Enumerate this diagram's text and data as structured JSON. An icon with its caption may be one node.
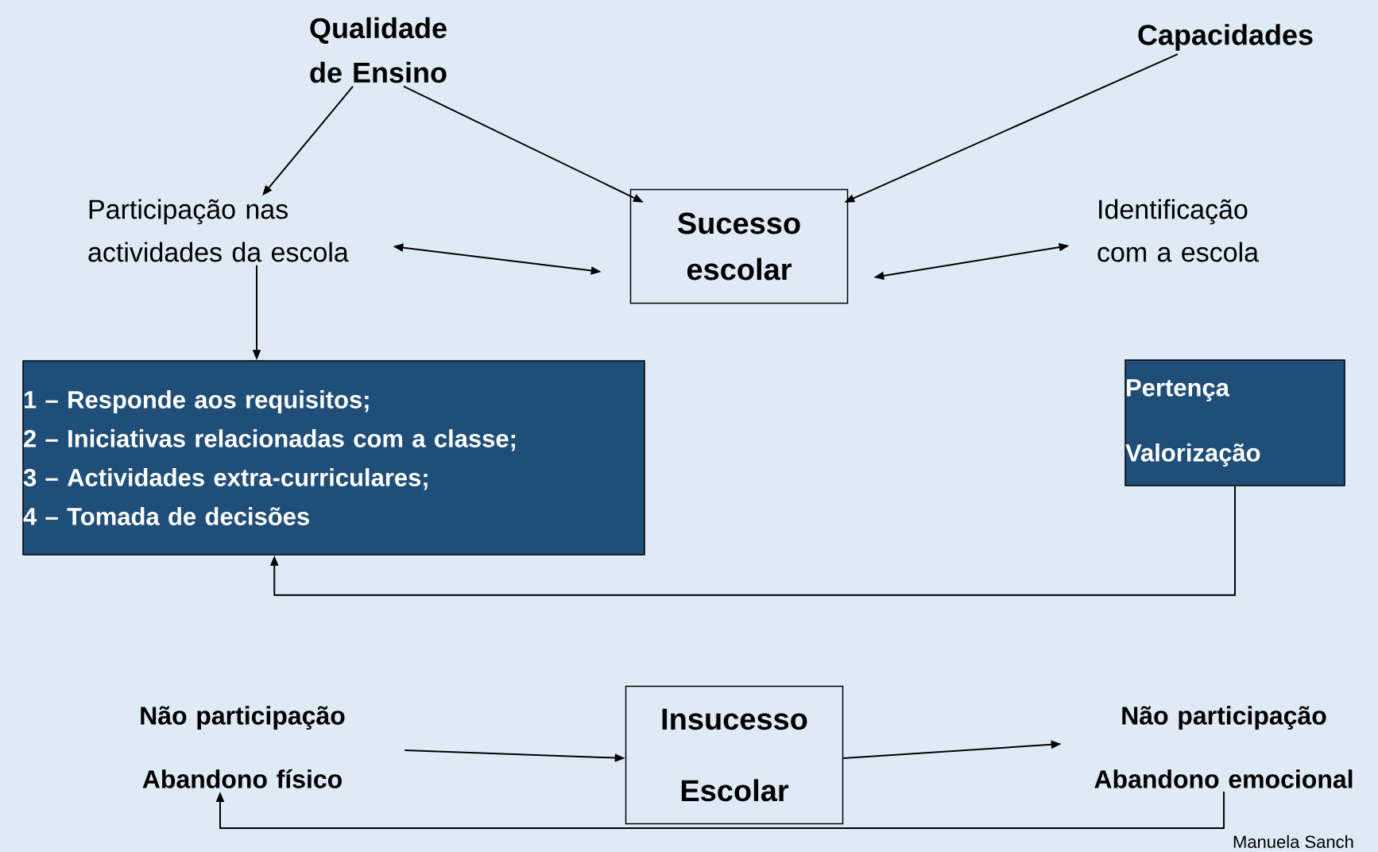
{
  "diagram": {
    "nodes": [
      {
        "text": [
          "Qualidade de Ensino"
        ]
      },
      {
        "text": [
          "Capacidades"
        ]
      },
      {
        "text": [
          "Participação nas actividades da escola"
        ]
      },
      {
        "text": [
          "Sucesso escolar"
        ]
      },
      {
        "text": [
          "Identificação com a escola"
        ]
      },
      {
        "text": [
          "1 – Responde aos requisitos;",
          "2 – Iniciativas relacionadas com a classe;",
          "3 – Actividades extra-curriculares;",
          "4 – Tomada de decisões"
        ]
      },
      {
        "text": [
          "Pertença",
          "Valorização"
        ]
      },
      {
        "text": [
          "Não participação",
          "Abandono físico"
        ]
      },
      {
        "text": [
          "Insucesso Escolar"
        ]
      },
      {
        "text": [
          "Não participação",
          "Abandono emocional"
        ]
      }
    ],
    "edges": [
      {
        "from": 0,
        "to": 2,
        "arrow": "to"
      },
      {
        "from": 0,
        "to": 3,
        "arrow": "to"
      },
      {
        "from": 1,
        "to": 3,
        "arrow": "to"
      },
      {
        "from": 2,
        "to": 3,
        "arrow": "both"
      },
      {
        "from": 3,
        "to": 4,
        "arrow": "both"
      },
      {
        "from": 2,
        "to": 5,
        "arrow": "to"
      },
      {
        "from": 6,
        "to": 5,
        "arrow": "to"
      },
      {
        "from": 7,
        "to": 8,
        "arrow": "to"
      },
      {
        "from": 8,
        "to": 9,
        "arrow": "to"
      },
      {
        "from": 9,
        "to": 7,
        "arrow": "to"
      }
    ],
    "labels": [
      "Manuela Sanch"
    ]
  }
}
